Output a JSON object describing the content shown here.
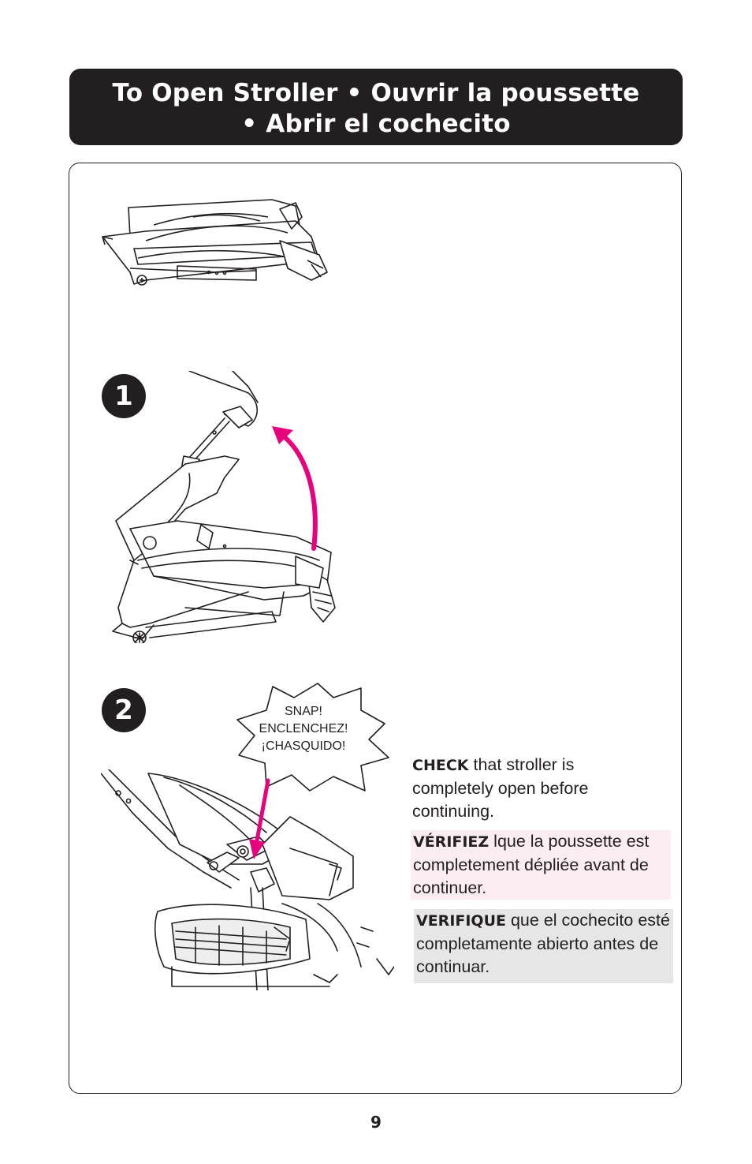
{
  "header": {
    "line1": "To Open Stroller • Ouvrir la poussette",
    "line2": "• Abrir el cochecito"
  },
  "steps": [
    {
      "number": "1"
    },
    {
      "number": "2"
    }
  ],
  "burst": {
    "line1": "SNAP!",
    "line2": "ENCLENCHEZ!",
    "line3": "¡CHASQUIDO!"
  },
  "instructions": {
    "en_bold": "CHECK",
    "en_text": " that stroller is completely open before continuing.",
    "fr_bold": "VÉRIFIEZ",
    "fr_text": " lque la poussette est completement dépliée avant de continuer.",
    "es_bold": "VERIFIQUE",
    "es_text": " que el cochecito esté completamente abierto antes de continuar."
  },
  "page_number": "9",
  "colors": {
    "accent_arrow": "#e6007e",
    "header_bg": "#231f20",
    "french_bg": "#fcedf3",
    "spanish_bg": "#e6e6e6"
  }
}
